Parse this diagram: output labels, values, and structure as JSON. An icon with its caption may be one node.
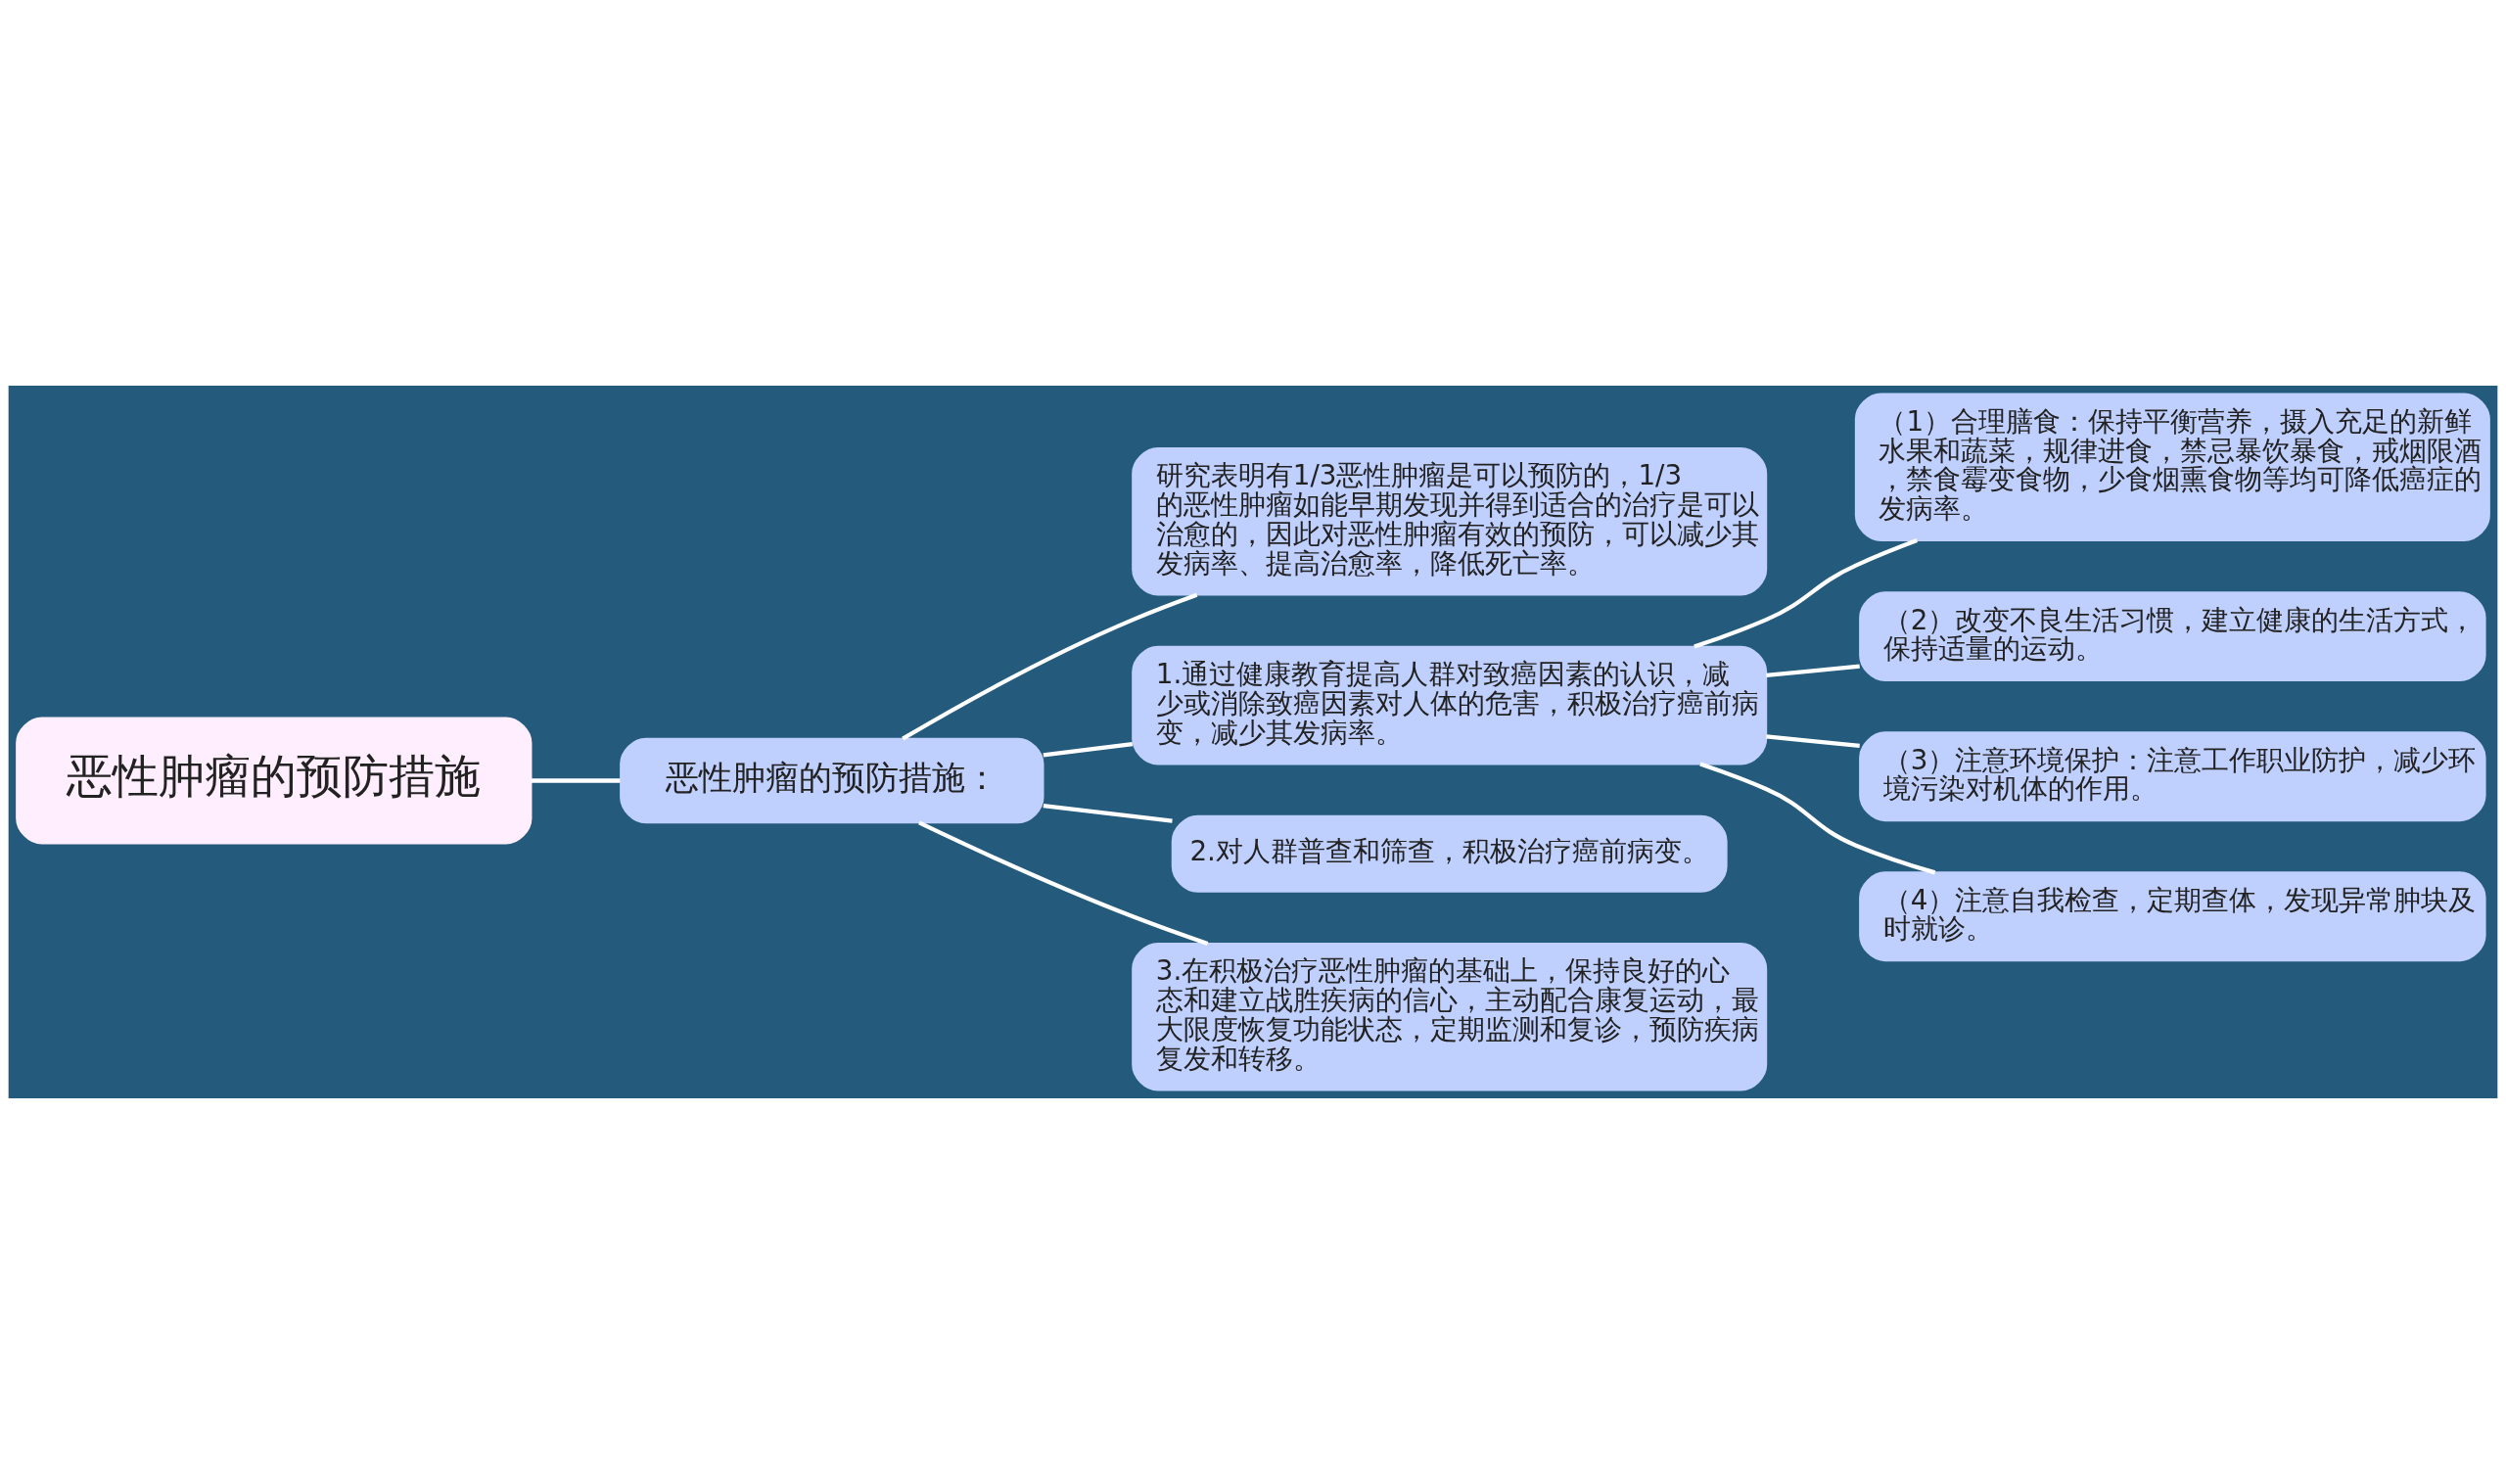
{
  "diagram": {
    "nodes": [
      {
        "text": [
          "恶性肿瘤的预防措施"
        ]
      },
      {
        "text": [
          "恶性肿瘤的预防措施："
        ]
      },
      {
        "text": [
          "研究表明有1/3恶性肿瘤是可以预防的，1/3的恶性肿瘤如能早期发现并得到适合的治疗是可以治愈的，因此对恶性肿瘤有效的预防，可以减少其发病率、提高治愈率，降低死亡率。"
        ]
      },
      {
        "text": [
          "1.通过健康教育提高人群对致癌因素的认识，减少或消除致癌因素对人体的危害，积极治疗癌前病变，减少其发病率。"
        ]
      },
      {
        "text": [
          "（1）合理膳食：保持平衡营养，摄入充足的新鲜水果和蔬菜，规律进食，禁忌暴饮暴食，戒烟限酒，禁食霉变食物，少食烟熏食物等均可降低癌症的发病率。"
        ]
      },
      {
        "text": [
          "（2）改变不良生活习惯，建立健康的生活方式，保持适量的运动。"
        ]
      },
      {
        "text": [
          "（3）注意环境保护：注意工作职业防护，减少环境污染对机体的作用。"
        ]
      },
      {
        "text": [
          "（4）注意自我检查，定期查体，发现异常肿块及时就诊。"
        ]
      },
      {
        "text": [
          "2.对人群普查和筛查，积极治疗癌前病变。"
        ]
      },
      {
        "text": [
          "3.在积极治疗恶性肿瘤的基础上，保持良好的心态和建立战胜疾病的信心，主动配合康复运动，最大限度恢复功能状态，定期监测和复诊，预防疾病复发和转移。"
        ]
      }
    ],
    "edges": [
      {
        "from": 0,
        "to": 1,
        "arrow": "none"
      },
      {
        "from": 1,
        "to": 2,
        "arrow": "none"
      },
      {
        "from": 1,
        "to": 3,
        "arrow": "none"
      },
      {
        "from": 3,
        "to": 4,
        "arrow": "none"
      },
      {
        "from": 3,
        "to": 5,
        "arrow": "none"
      },
      {
        "from": 3,
        "to": 6,
        "arrow": "none"
      },
      {
        "from": 3,
        "to": 7,
        "arrow": "none"
      },
      {
        "from": 1,
        "to": 8,
        "arrow": "none"
      },
      {
        "from": 1,
        "to": 9,
        "arrow": "none"
      }
    ]
  }
}
